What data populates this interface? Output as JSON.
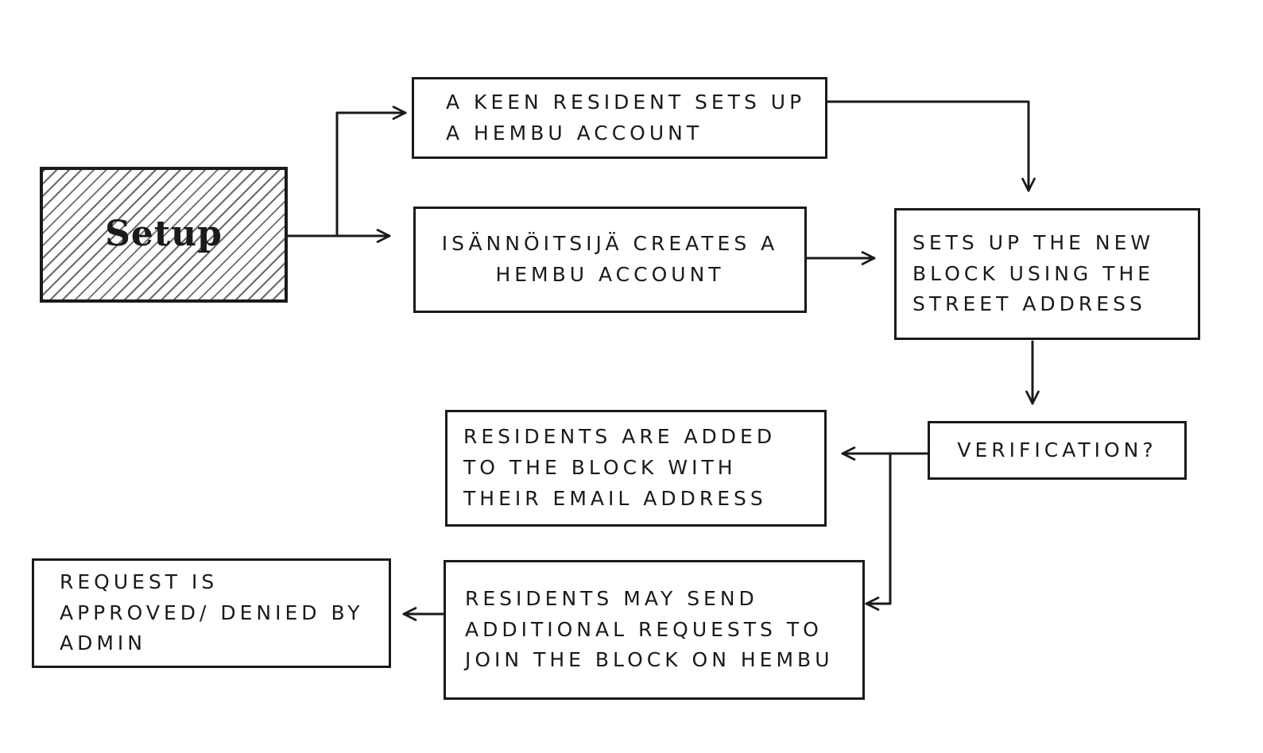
{
  "diagram": {
    "setup": "Setup",
    "keen_resident": "A keen resident sets up a Hembu account",
    "isannoitsija": "Isännöitsijä creates a Hembu account",
    "sets_up_block": "Sets up the new block using the street address",
    "verification": "Verification?",
    "residents_added": "Residents are added to the block with their email address",
    "residents_requests": "Residents may send additional requests to join the block on Hembu",
    "request_approved": "Request is approved/ denied by admin"
  }
}
